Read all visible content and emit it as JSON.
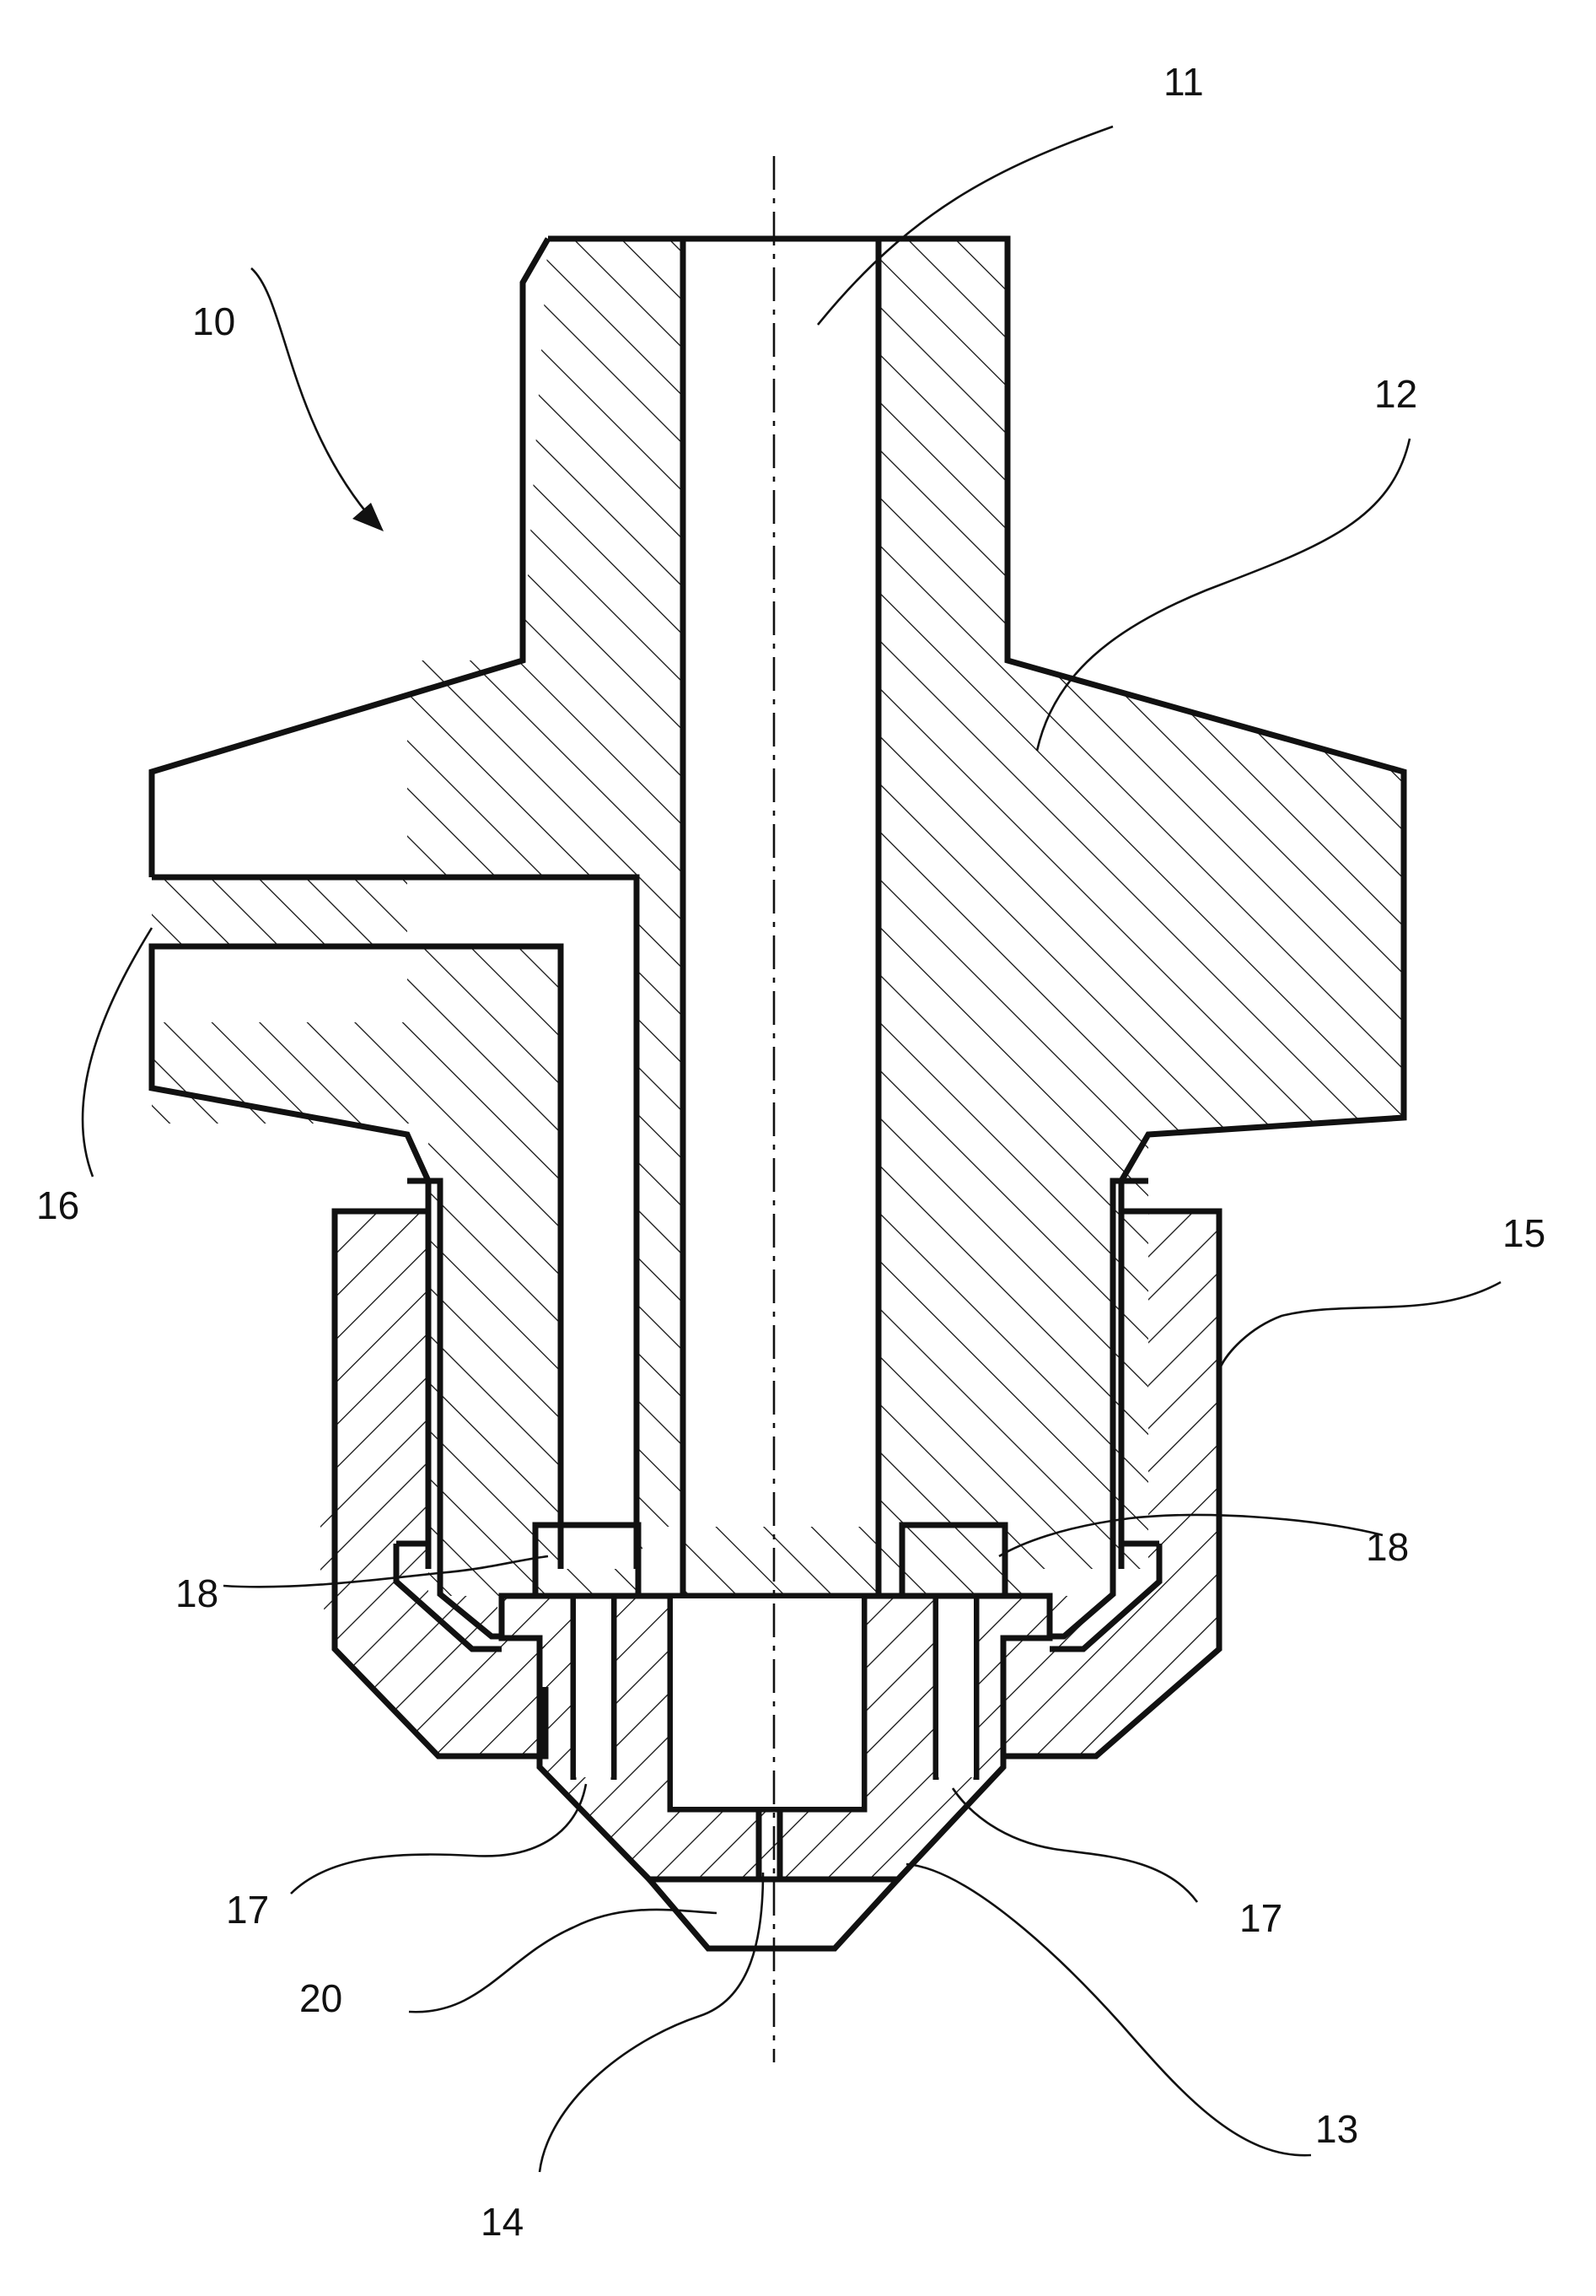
{
  "labels": {
    "l10": "10",
    "l11": "11",
    "l12": "12",
    "l13": "13",
    "l14": "14",
    "l15": "15",
    "l16": "16",
    "l17_left": "17",
    "l17_right": "17",
    "l18_left": "18",
    "l18_right": "18",
    "l20": "20"
  }
}
